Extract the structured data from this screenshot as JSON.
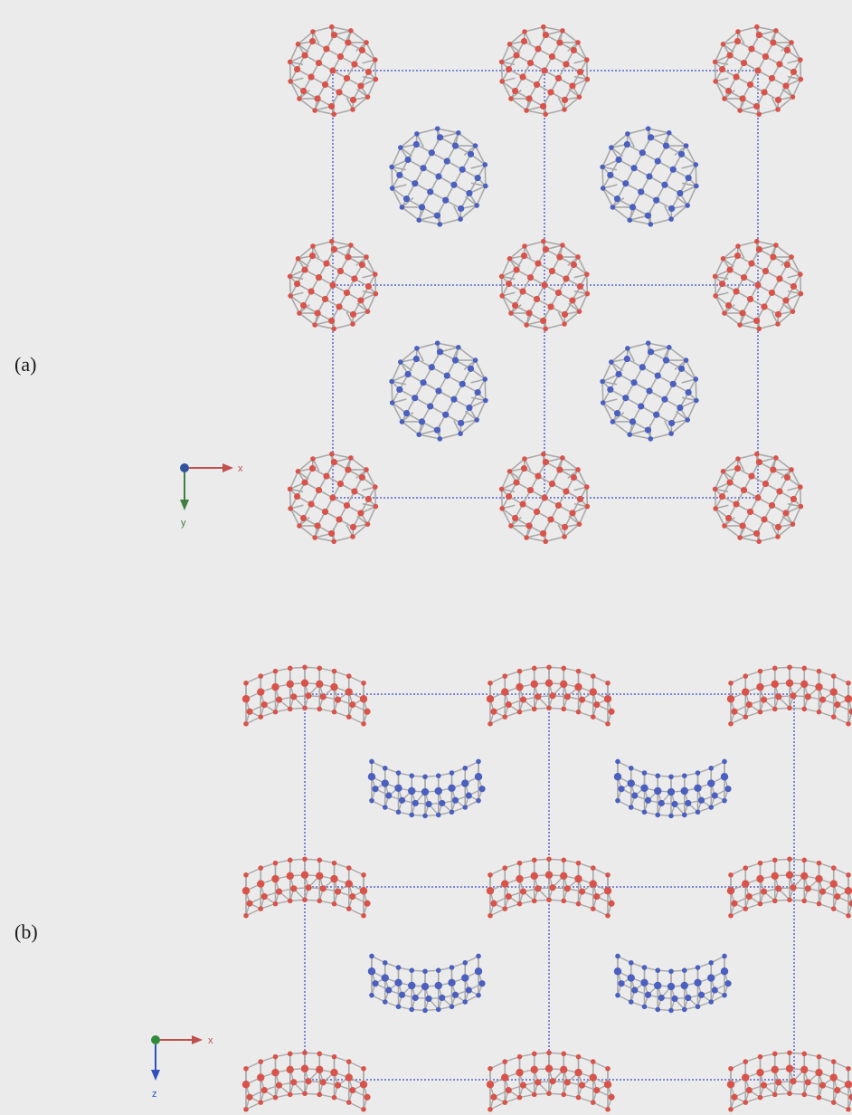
{
  "panels": [
    {
      "label": "(a)",
      "axes": {
        "horizontal": "x",
        "vertical": "y"
      }
    },
    {
      "label": "(b)",
      "axes": {
        "horizontal": "x",
        "vertical": "z"
      }
    }
  ],
  "colors": {
    "background": "#ebebeb",
    "cluster_a": "#d9534a",
    "cluster_b": "#4a5fc0",
    "bond": "#a9a9a9",
    "cell_line": "#7d86d6",
    "axis_x": "#c0504d",
    "axis_y": "#3f7f3f",
    "axis_z": "#3050c0",
    "axis_origin_a": "#3050a0",
    "axis_origin_b": "#2f8a3a"
  }
}
